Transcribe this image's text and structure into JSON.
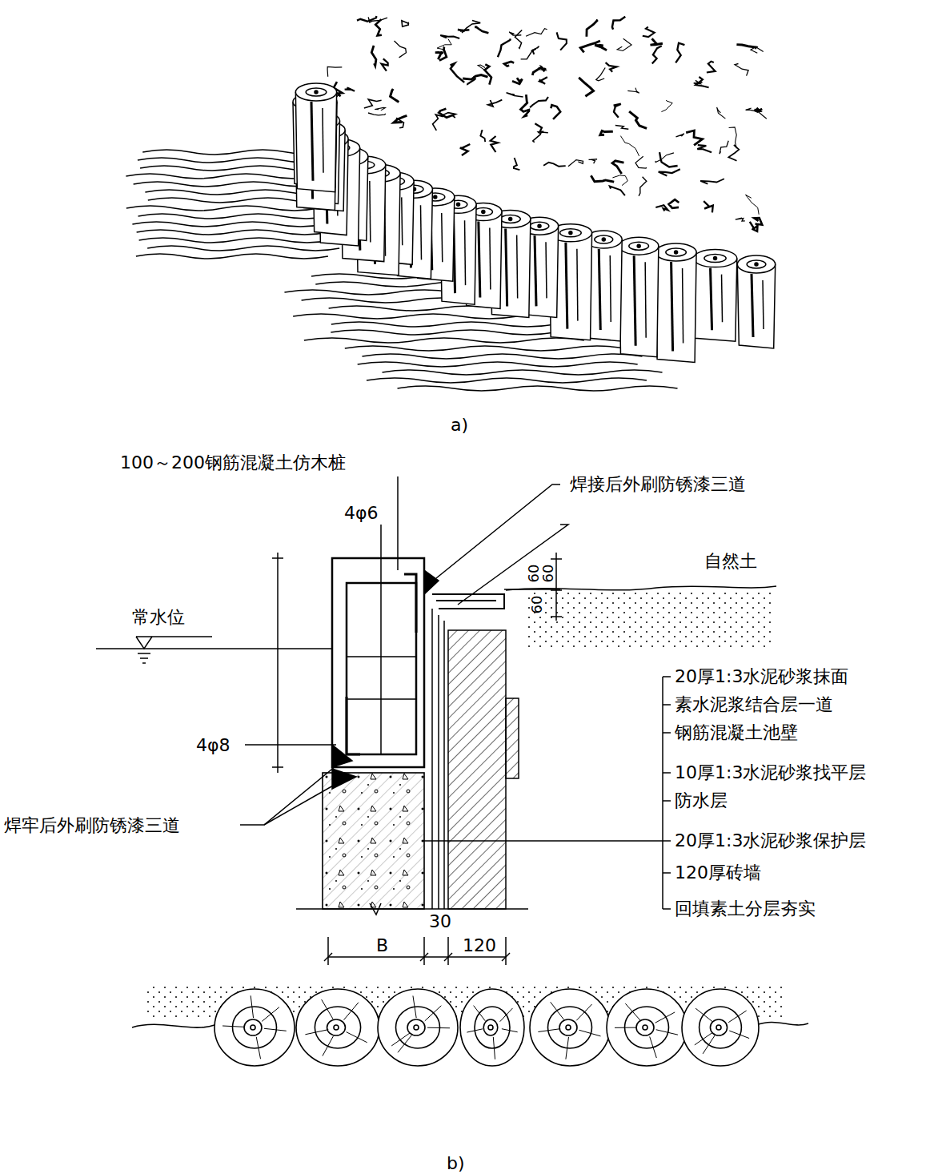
{
  "diagram": {
    "labels": [
      "a)",
      "100～200钢筋混凝土仿木桩",
      "4φ6",
      "焊接后外刷防锈漆三道",
      "自然土",
      "常水位",
      "60",
      "60",
      "60",
      "20厚1:3水泥砂浆抹面",
      "素水泥浆结合层一道",
      "钢筋混凝土池壁",
      "10厚1:3水泥砂浆找平层",
      "防水层",
      "20厚1:3水泥砂浆保护层",
      "120厚砖墙",
      "回填素土分层夯实",
      "4φ8",
      "焊牢后外刷防锈漆三道",
      "B",
      "30",
      "120",
      "b)"
    ]
  }
}
